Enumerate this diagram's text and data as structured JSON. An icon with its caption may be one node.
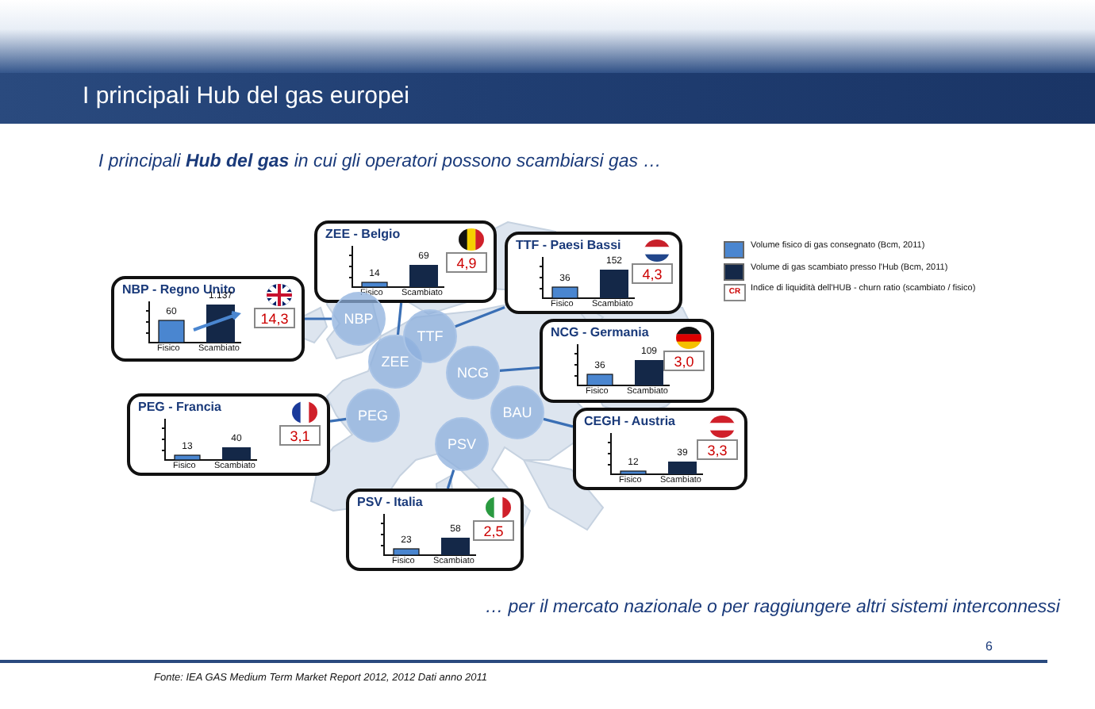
{
  "diagram": {
    "title": "I principali Hub del gas europei",
    "nodes": [
      {
        "text": [
          "NBP - Regno Unito",
          "60",
          "1.137",
          "Fisico",
          "Scambiato",
          "14,3"
        ]
      },
      {
        "text": [
          "ZEE - Belgio",
          "14",
          "69",
          "Fisico",
          "Scambiato",
          "4,9"
        ]
      },
      {
        "text": [
          "TTF - Paesi Bassi",
          "36",
          "152",
          "Fisico",
          "Scambiato",
          "4,3"
        ]
      },
      {
        "text": [
          "NCG - Germania",
          "36",
          "109",
          "Fisico",
          "Scambiato",
          "3,0"
        ]
      },
      {
        "text": [
          "PEG - Francia",
          "13",
          "40",
          "Fisico",
          "Scambiato",
          "3,1"
        ]
      },
      {
        "text": [
          "CEGH - Austria",
          "12",
          "39",
          "Fisico",
          "Scambiato",
          "3,3"
        ]
      },
      {
        "text": [
          "PSV - Italia",
          "23",
          "58",
          "Fisico",
          "Scambiato",
          "2,5"
        ]
      },
      {
        "text": [
          "NBP"
        ]
      },
      {
        "text": [
          "ZEE"
        ]
      },
      {
        "text": [
          "TTF"
        ]
      },
      {
        "text": [
          "NCG"
        ]
      },
      {
        "text": [
          "PEG"
        ]
      },
      {
        "text": [
          "BAU"
        ]
      },
      {
        "text": [
          "PSV"
        ]
      }
    ],
    "edges": [
      {
        "from": 0,
        "to": 7,
        "arrow": "none"
      },
      {
        "from": 1,
        "to": 8,
        "arrow": "none"
      },
      {
        "from": 2,
        "to": 9,
        "arrow": "none"
      },
      {
        "from": 3,
        "to": 10,
        "arrow": "none"
      },
      {
        "from": 4,
        "to": 11,
        "arrow": "none"
      },
      {
        "from": 5,
        "to": 12,
        "arrow": "none"
      },
      {
        "from": 6,
        "to": 13,
        "arrow": "none"
      }
    ],
    "labels": [
      "I principali **Hub del gas** in cui gli operatori possono scambiarsi gas …",
      "CR",
      "… per il mercato nazionale o per raggiungere altri sistemi interconnessi",
      "6",
      "Fonte: IEA GAS Medium Term Market Report 2012, 2012 Dati anno 2011"
    ],
    "legend": [
      {
        "text": "Volume fisico di gas consegnato (Bcm, 2011)",
        "color": "#4a86d0"
      },
      {
        "text": "Volume di gas scambiato presso l'Hub (Bcm, 2011)",
        "color": "#142848"
      },
      {
        "text": "Indice di liquidità dell'HUB - churn ratio (scambiato / fisico)"
      }
    ]
  }
}
